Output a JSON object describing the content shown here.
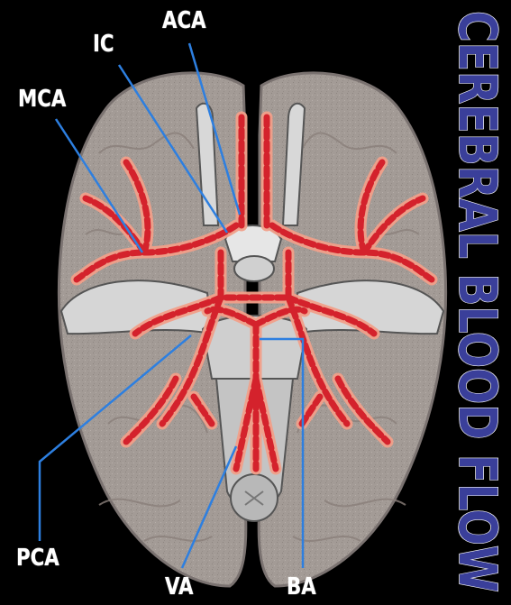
{
  "title": "CEREBRAL BLOOD FLOW",
  "labels": {
    "aca": "ACA",
    "ic": "IC",
    "mca": "MCA",
    "pca": "PCA",
    "va": "VA",
    "ba": "BA"
  },
  "colors": {
    "background": "#000000",
    "brain": "#a09893",
    "brain_outline": "#7e7672",
    "ventricle": "#d4d4d4",
    "artery": "#d4222c",
    "artery_glow": "#f2a08a",
    "leader_line": "#2d7fe0",
    "title_fill": "#3a3f9a",
    "label_text": "#ffffff"
  }
}
